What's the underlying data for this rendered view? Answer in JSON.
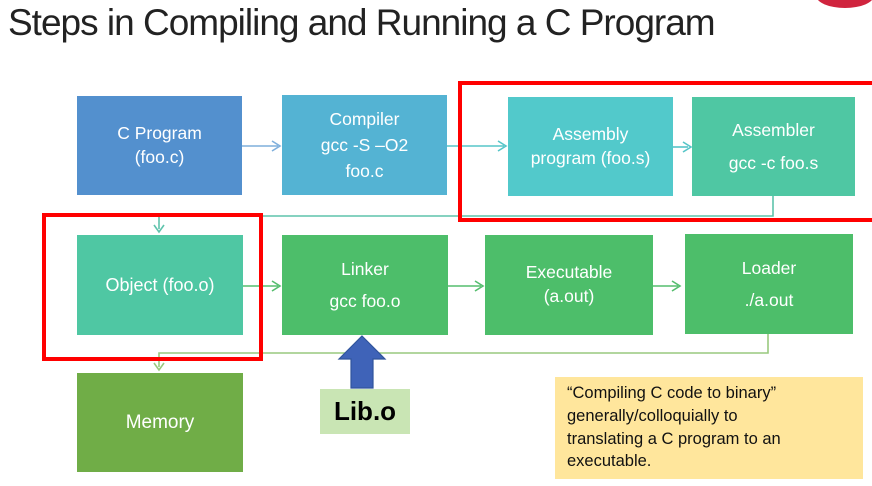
{
  "title": "Steps in Compiling and Running a C Program",
  "colors": {
    "box_c_program": "#5390CE",
    "box_compiler": "#54B3D3",
    "box_assembly": "#52C9CB",
    "box_assembler": "#4FC7A3",
    "box_object": "#4FC7A3",
    "box_green": "#4DBE6A",
    "box_memory": "#70AD47",
    "libo_bg": "#C9E5B4",
    "note_bg": "#FFE69C",
    "highlight_red": "#FF0000",
    "badge_red": "#D0243E",
    "big_arrow_blue": "#3F63B8",
    "arrow_blue_light": "#7FAFDC",
    "arrow_teal": "#56C5C8",
    "line_teal": "#5EC3AC",
    "arrow_green": "#55BD6E",
    "line_green": "#99C97E"
  },
  "boxes": {
    "c_program": "C Program\n(foo.c)",
    "compiler": "Compiler\ngcc -S –O2\nfoo.c",
    "assembly": "Assembly\nprogram (foo.s)",
    "assembler": "Assembler\ngcc -c foo.s",
    "object": "Object (foo.o)",
    "linker": "Linker\ngcc foo.o",
    "executable": "Executable\n(a.out)",
    "loader": "Loader\n./a.out",
    "memory": "Memory"
  },
  "labels": {
    "libo": "Lib.o"
  },
  "note": {
    "text": "“Compiling C code to binary”\ngenerally/colloquially to\ntranslating a C program to an\nexecutable."
  }
}
